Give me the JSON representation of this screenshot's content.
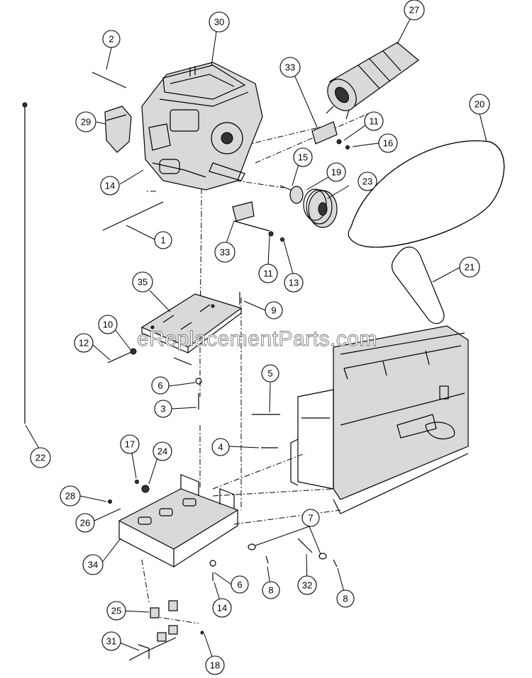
{
  "watermark": "eReplacementParts.com",
  "callouts": [
    {
      "id": "c2",
      "label": "2"
    },
    {
      "id": "c30",
      "label": "30"
    },
    {
      "id": "c27",
      "label": "27"
    },
    {
      "id": "c29",
      "label": "29"
    },
    {
      "id": "c33a",
      "label": "33"
    },
    {
      "id": "c11a",
      "label": "11"
    },
    {
      "id": "c16",
      "label": "16"
    },
    {
      "id": "c20",
      "label": "20"
    },
    {
      "id": "c14a",
      "label": "14"
    },
    {
      "id": "c15",
      "label": "15"
    },
    {
      "id": "c19",
      "label": "19"
    },
    {
      "id": "c23",
      "label": "23"
    },
    {
      "id": "c1",
      "label": "1"
    },
    {
      "id": "c33b",
      "label": "33"
    },
    {
      "id": "c11b",
      "label": "11"
    },
    {
      "id": "c13",
      "label": "13"
    },
    {
      "id": "c21",
      "label": "21"
    },
    {
      "id": "c35",
      "label": "35"
    },
    {
      "id": "c9",
      "label": "9"
    },
    {
      "id": "c10",
      "label": "10"
    },
    {
      "id": "c12",
      "label": "12"
    },
    {
      "id": "c5",
      "label": "5"
    },
    {
      "id": "c6a",
      "label": "6"
    },
    {
      "id": "c3",
      "label": "3"
    },
    {
      "id": "c22",
      "label": "22"
    },
    {
      "id": "c17",
      "label": "17"
    },
    {
      "id": "c24",
      "label": "24"
    },
    {
      "id": "c4",
      "label": "4"
    },
    {
      "id": "c28",
      "label": "28"
    },
    {
      "id": "c26",
      "label": "26"
    },
    {
      "id": "c7",
      "label": "7"
    },
    {
      "id": "c34",
      "label": "34"
    },
    {
      "id": "c6b",
      "label": "6"
    },
    {
      "id": "c8a",
      "label": "8"
    },
    {
      "id": "c32",
      "label": "32"
    },
    {
      "id": "c8b",
      "label": "8"
    },
    {
      "id": "c25",
      "label": "25"
    },
    {
      "id": "c14b",
      "label": "14"
    },
    {
      "id": "c31",
      "label": "31"
    },
    {
      "id": "c18",
      "label": "18"
    }
  ]
}
